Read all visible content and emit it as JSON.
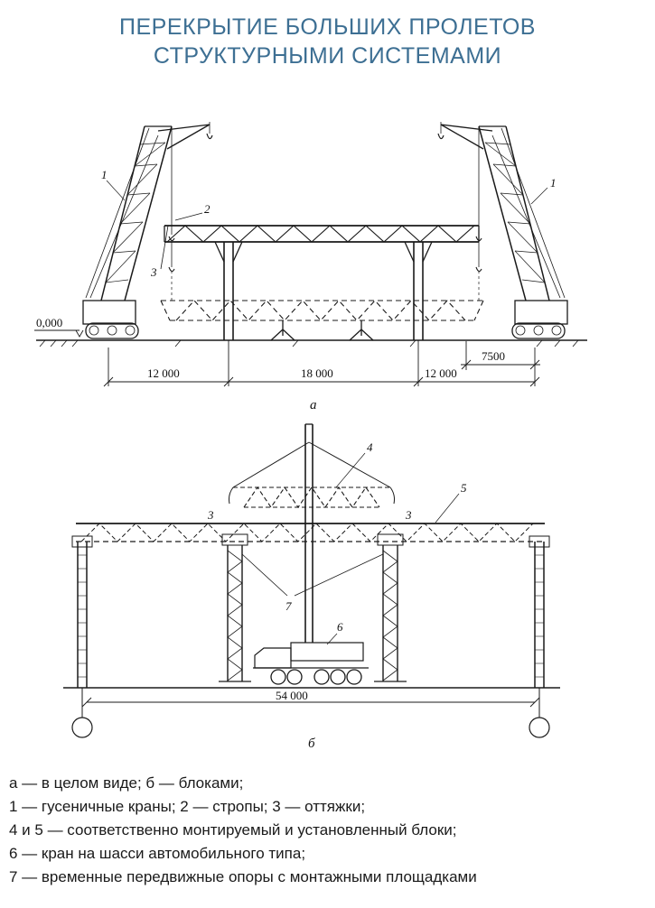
{
  "title": {
    "line1": "ПЕРЕКРЫТИЕ БОЛЬШИХ ПРОЛЕТОВ",
    "line2": "СТРУКТУРНЫМИ СИСТЕМАМИ"
  },
  "figure_a": {
    "caption": "а",
    "level_mark": "0,000",
    "dims": [
      "12 000",
      "18 000",
      "12 000",
      "7500"
    ],
    "labels": {
      "l1_left": "1",
      "l1_right": "1",
      "l2": "2",
      "l3": "3"
    }
  },
  "figure_b": {
    "caption": "б",
    "dim": "54 000",
    "labels": {
      "l3_left": "3",
      "l3_right": "3",
      "l4": "4",
      "l5": "5",
      "l6": "6",
      "l7": "7"
    }
  },
  "legend": [
    "а — в целом виде; б — блоками;",
    "1 — гусеничные краны; 2 — стропы; 3 — оттяжки;",
    "4 и 5 — соответственно монтируемый и установленный блоки;",
    "6 — кран на шасси автомобильного типа;",
    "7 — временные передвижные опоры с монтажными площадками"
  ]
}
